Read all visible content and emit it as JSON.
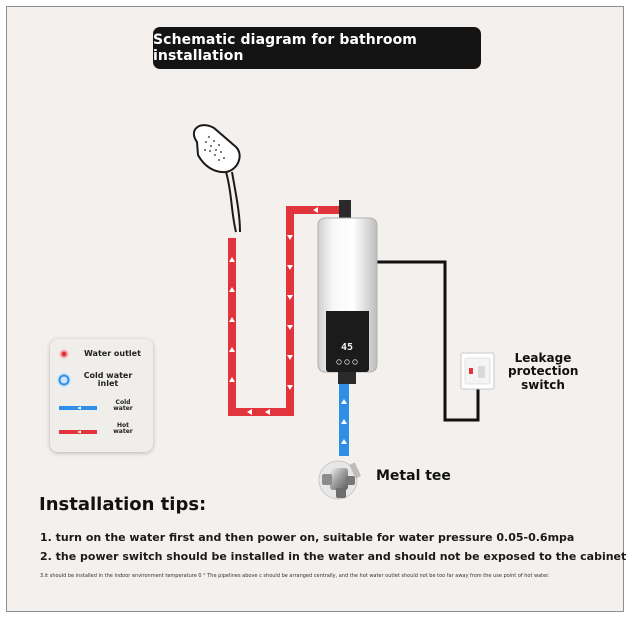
{
  "title": "Schematic diagram for bathroom installation",
  "legend": {
    "water_outlet": "Water outlet",
    "cold_water_inlet": "Cold water inlet",
    "cold_water": "Cold water",
    "hot_water": "Hot water"
  },
  "heater": {
    "display": "45"
  },
  "leakage_switch": "Leakage protection switch",
  "metal_tee": "Metal tee",
  "tips": {
    "title": "Installation tips:",
    "items": [
      "1. turn on the water first and then power on, suitable for water pressure 0.05-0.6mpa",
      "2. the power switch should be installed in the water and should not be exposed to the cabinet",
      "3.it should be installed in the indoor environment temperature 0 ° The pipelines above c should be arranged centrally, and the hot water outlet should not be too far away from the use point of hot water."
    ]
  },
  "colors": {
    "hot_pipe": "#e2343c",
    "cold_pipe": "#2f8fe6",
    "background": "#f3f0ed",
    "title_bg": "#141414"
  }
}
